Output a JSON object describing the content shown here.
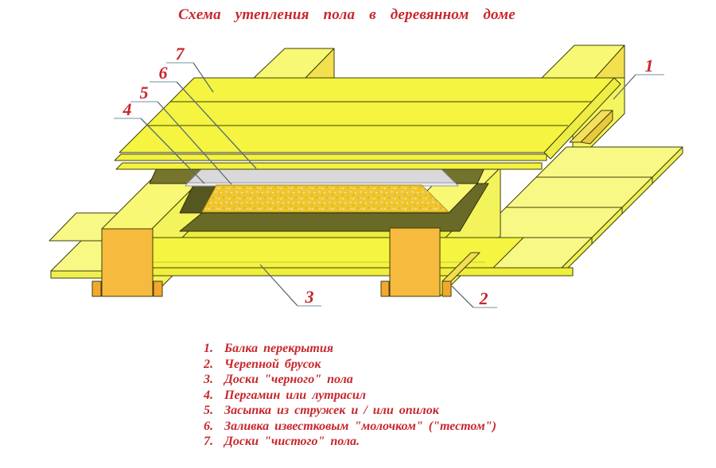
{
  "title": "Схема  утепления  пола  в  деревянном  доме",
  "callouts": [
    {
      "num": "1"
    },
    {
      "num": "2"
    },
    {
      "num": "3"
    },
    {
      "num": "4"
    },
    {
      "num": "5"
    },
    {
      "num": "6"
    },
    {
      "num": "7"
    }
  ],
  "legend": {
    "items": [
      {
        "num": "1.",
        "label": "Балка  перекрытия"
      },
      {
        "num": "2.",
        "label": "Черепной  брусок"
      },
      {
        "num": "3.",
        "label": "Доски  \"черного\"  пола"
      },
      {
        "num": "4.",
        "label": "Пергамин  или  лутрасил"
      },
      {
        "num": "5.",
        "label": "Засыпка  из  стружек  и / или  опилок"
      },
      {
        "num": "6.",
        "label": "Заливка  известковым  \"молочком\" (\"тестом\")"
      },
      {
        "num": "7.",
        "label": "Доски  \"чистого\"  пола."
      }
    ]
  },
  "colors": {
    "accent_red": "#c8262c",
    "callout_line_gray": "#5a6b78",
    "underline_blue_gray": "#8fa9b8",
    "wood_bright_yellow": "#f4f441",
    "wood_pale_yellow": "#f8f885",
    "wood_side_yellow": "#efef52",
    "beam_cut_orange": "#f6ba3e",
    "cranial_bar_orange": "#f2a82c",
    "pergamin_olive": "#6e6e2b",
    "lime_gray": "#d9d9dc",
    "sawdust_gold": "#f0c62c",
    "outline_dark": "#3f3f0a"
  }
}
